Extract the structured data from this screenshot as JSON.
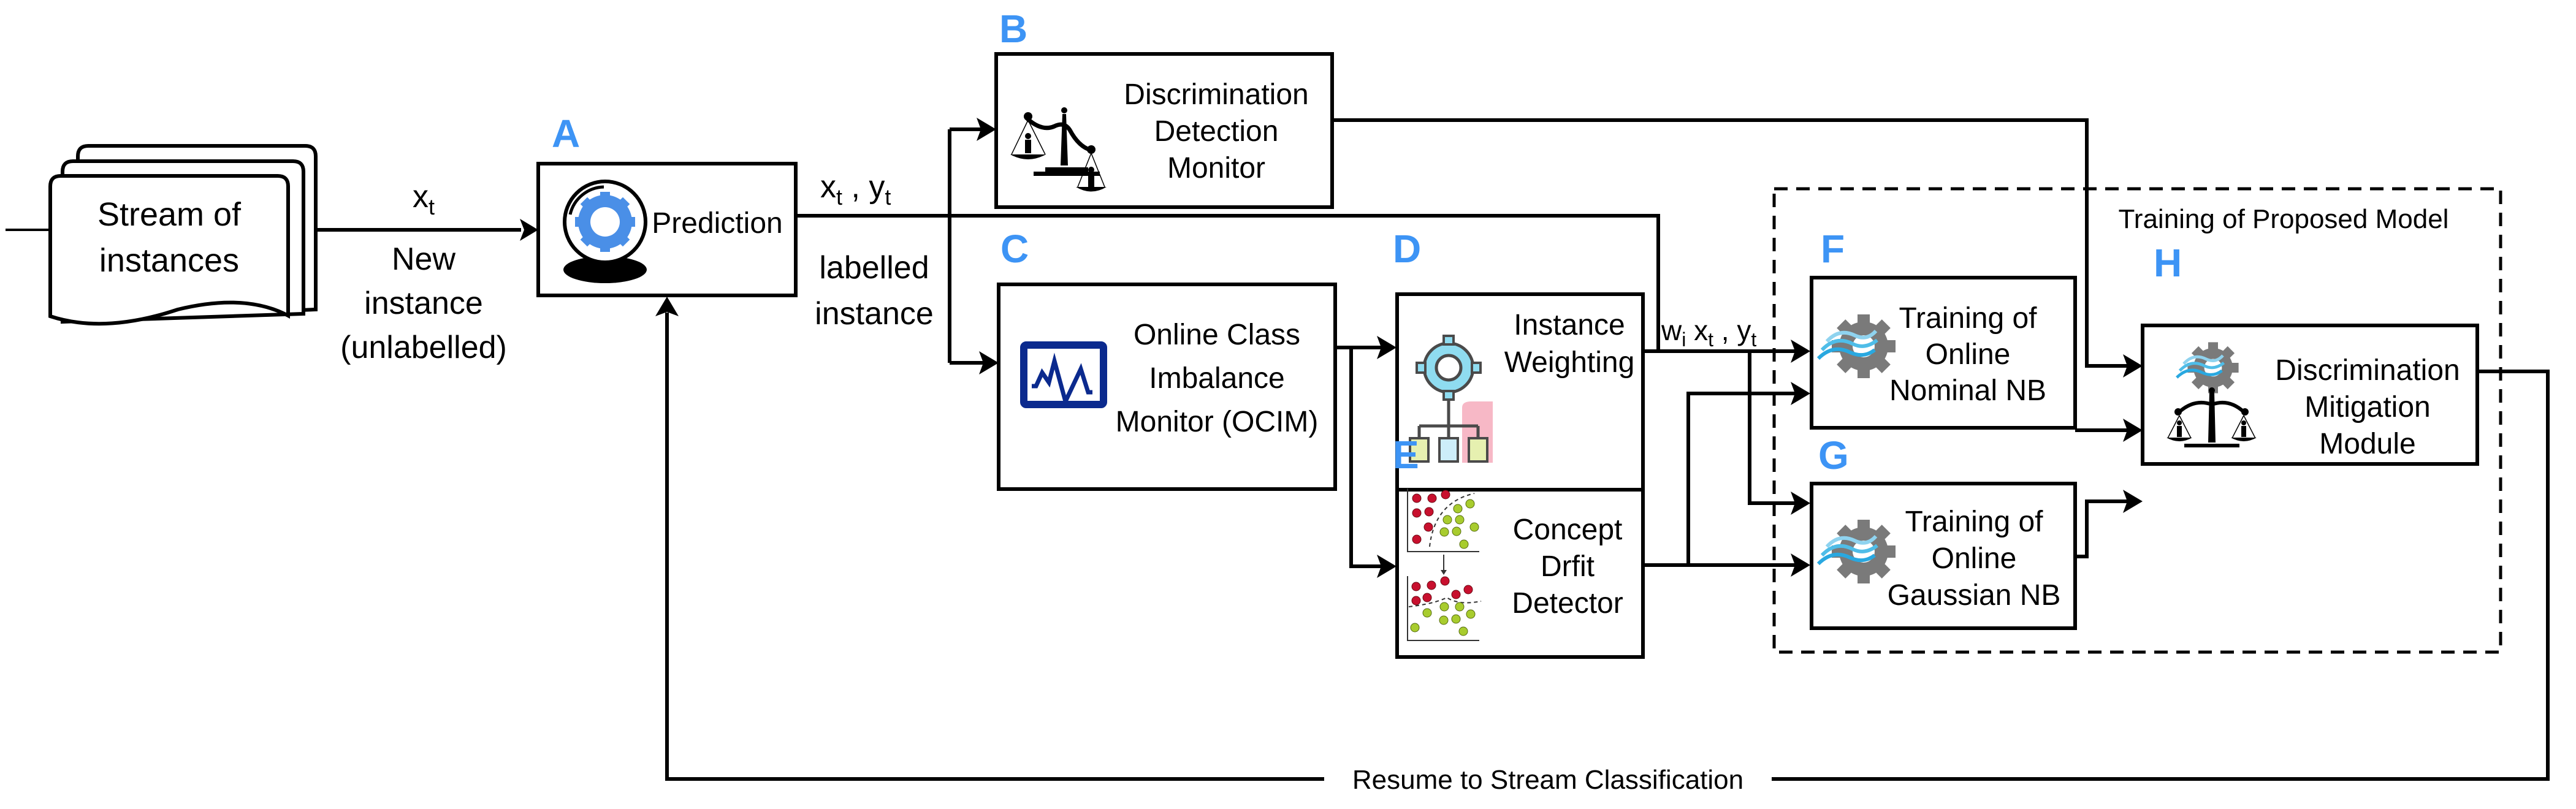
{
  "colors": {
    "label_blue": "#3d94f5",
    "gear_blue": "#4a8fe7",
    "ocim_navy": "#0b2a8e",
    "gear_gray": "#7a7a7a",
    "wave_blue": "#29a8e0",
    "wave_light": "#8fd3ef",
    "drift_red": "#c8102e",
    "drift_green": "#a8cc2e",
    "weight_gear": "#8fdcf0",
    "weight_pink": "#f7b8c6",
    "weight_node": "#e6f0b0"
  },
  "icons": {
    "A": "crystal-ball-gear-icon",
    "B": "scales-of-justice-icon",
    "C": "monitor-waveform-icon",
    "D": "gear-hierarchy-icon",
    "E": "concept-drift-scatter-icon",
    "F": "gear-waves-icon",
    "G": "gear-waves-icon",
    "H": "gear-waves-and-scales-icon"
  },
  "source": {
    "lines": [
      "Stream of",
      "instances"
    ]
  },
  "edges": {
    "input": {
      "var": "x",
      "sub": "t",
      "caption": [
        "New",
        "instance",
        "(unlabelled)"
      ]
    },
    "labelled": {
      "x": "x",
      "xsub": "t",
      "sep": " , ",
      "y": "y",
      "ysub": "t",
      "caption": [
        "labelled",
        "instance"
      ]
    },
    "weighted": {
      "w": "w",
      "wsub": "i",
      "x": "x",
      "xsub": "t",
      "sep": " , ",
      "y": "y",
      "ysub": "t"
    },
    "feedback": "Resume to Stream Classification"
  },
  "modules": {
    "A": {
      "letter": "A",
      "lines": [
        "Prediction"
      ]
    },
    "B": {
      "letter": "B",
      "lines": [
        "Discrimination",
        "Detection",
        "Monitor"
      ]
    },
    "C": {
      "letter": "C",
      "lines": [
        "Online Class",
        "Imbalance",
        "Monitor (OCIM)"
      ]
    },
    "D": {
      "letter": "D",
      "lines": [
        "Instance",
        "Weighting"
      ]
    },
    "E": {
      "letter": "E",
      "lines": [
        "Concept",
        "Drfit",
        "Detector"
      ]
    },
    "F": {
      "letter": "F",
      "lines": [
        "Training of",
        "Online",
        "Nominal NB"
      ]
    },
    "G": {
      "letter": "G",
      "lines": [
        "Training of",
        "Online",
        "Gaussian NB"
      ]
    },
    "H": {
      "letter": "H",
      "lines": [
        "Discrimination",
        "Mitigation",
        "Module"
      ]
    }
  },
  "group": {
    "title": "Training of Proposed Model"
  }
}
